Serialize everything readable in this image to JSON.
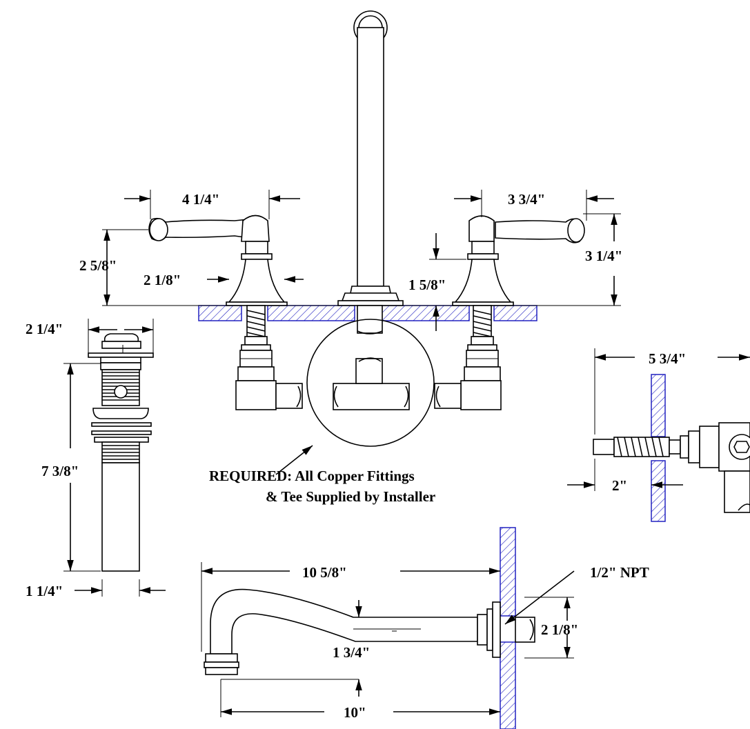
{
  "colors": {
    "lines": "#000000",
    "hatch": "#2020c0",
    "background": "#ffffff"
  },
  "dimensions": {
    "handle_left_width": "4 1/4\"",
    "handle_right_width": "3 3/4\"",
    "handle_left_height": "2 5/8\"",
    "handle_right_height": "3 1/4\"",
    "base_diameter": "2 1/8\"",
    "deck_thickness": "1 5/8\"",
    "drain_top_diameter": "2 1/4\"",
    "drain_length": "7 3/8\"",
    "drain_pipe_diameter": "1 1/4\"",
    "side_depth": "5 3/4\"",
    "side_wall": "2\"",
    "spout_reach": "10 5/8\"",
    "spout_rise": "1 3/4\"",
    "spout_flange": "2 1/8\"",
    "spout_outlet_reach": "10\"",
    "spout_thread": "1/2\" NPT"
  },
  "notes": {
    "required_line1": "REQUIRED:  All Copper Fittings",
    "required_line2": "& Tee Supplied by Installer"
  },
  "icons": [
    "arrow-icon"
  ]
}
